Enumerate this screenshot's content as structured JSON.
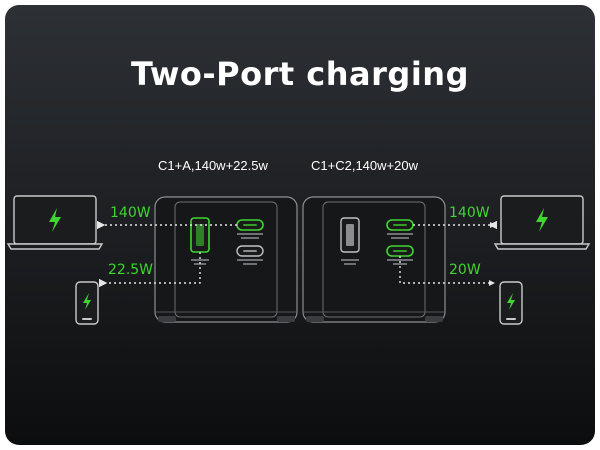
{
  "title": "Two-Port charging",
  "accent_color": "#3ed62f",
  "left_config": {
    "caption": "C1+A,140w+22.5w",
    "laptop_watt": "140W",
    "phone_watt": "22.5W",
    "ports": [
      "usb-a",
      "usb-c",
      "usb-c"
    ],
    "active_ports": [
      "usb-c (C1)",
      "usb-a (A)"
    ]
  },
  "right_config": {
    "caption": "C1+C2,140w+20w",
    "laptop_watt": "140W",
    "phone_watt": "20W",
    "ports": [
      "usb-a",
      "usb-c",
      "usb-c"
    ],
    "active_ports": [
      "usb-c (C1)",
      "usb-c (C2)"
    ]
  },
  "icons": {
    "laptop": "laptop-icon",
    "phone": "phone-icon",
    "charge": "lightning-bolt-icon"
  }
}
